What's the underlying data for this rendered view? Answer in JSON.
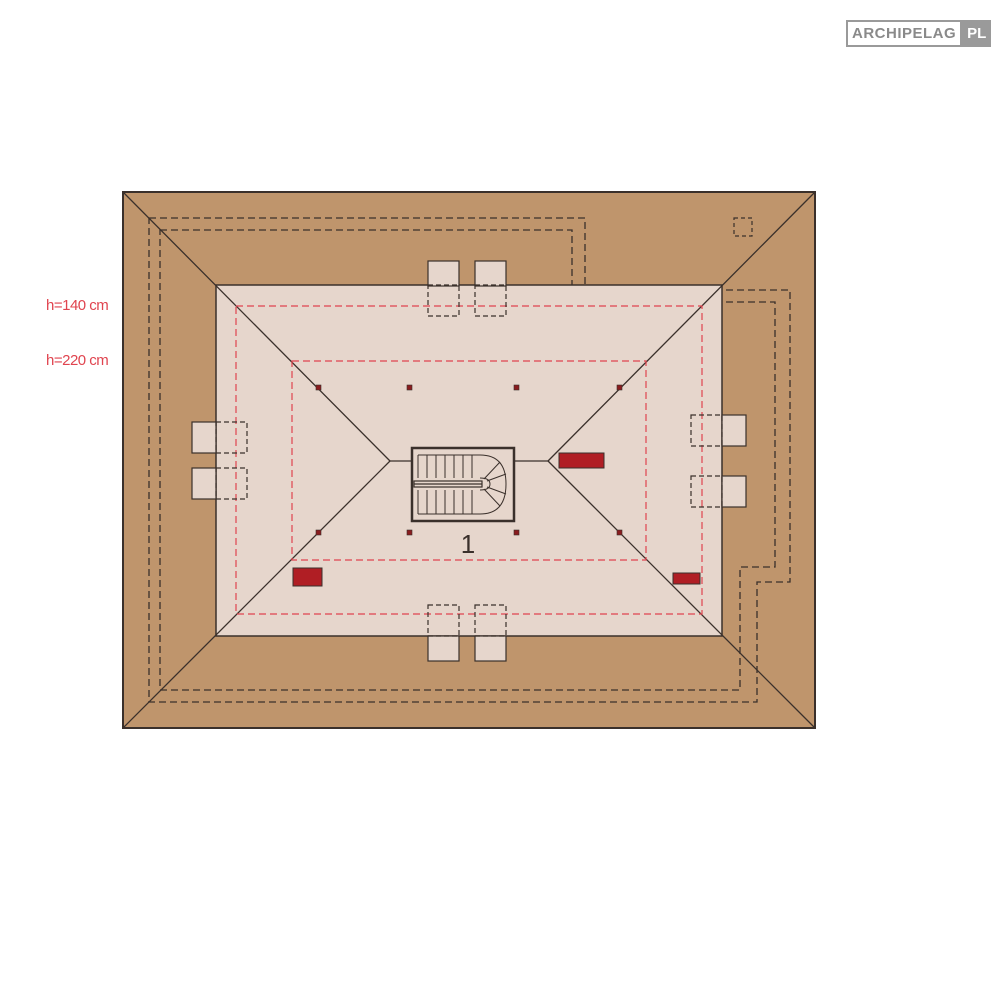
{
  "logo": {
    "main": "ARCHIPELAG",
    "suffix": "PL"
  },
  "height_labels": {
    "h140": "h=140 cm",
    "h220": "h=220 cm"
  },
  "room_number": "1",
  "colors": {
    "roof": "#bf956c",
    "attic_floor": "#e6d6cc",
    "outline": "#3a302b",
    "dashed_red": "#e0444f",
    "chimney": "#b01e24",
    "logo_grey": "#9a9a9a"
  }
}
